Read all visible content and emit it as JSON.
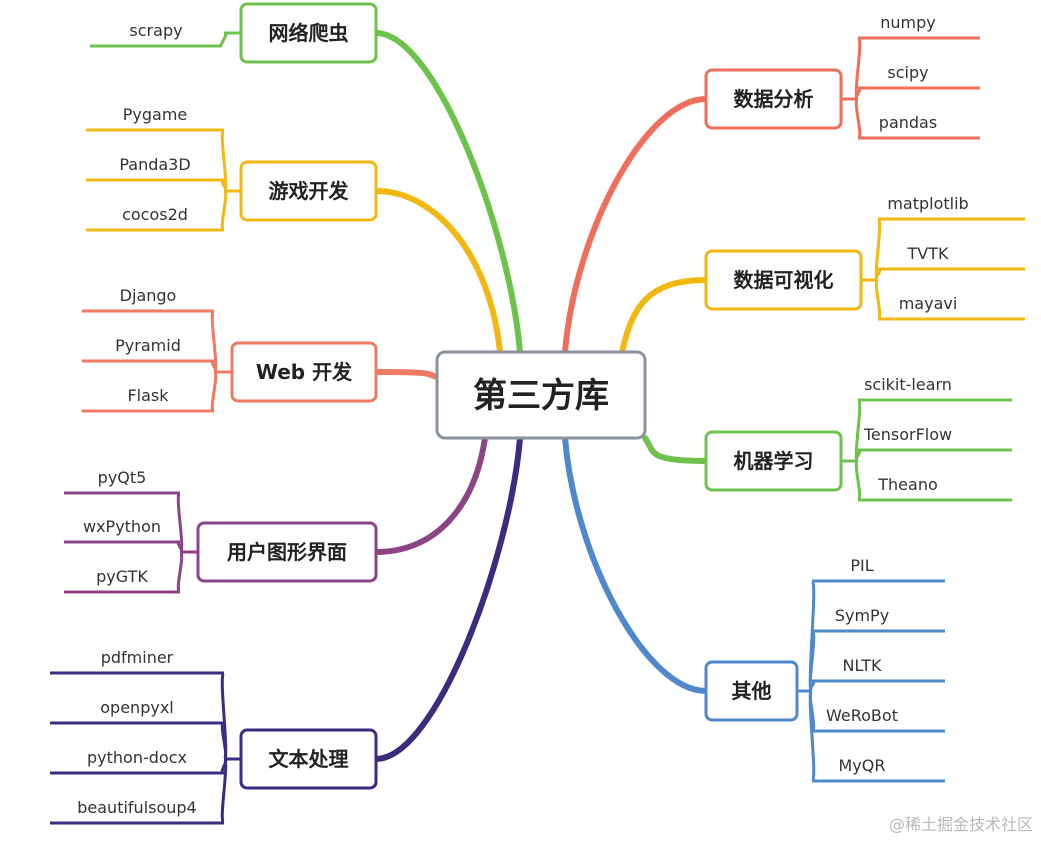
{
  "root": {
    "label": "第三方库",
    "color": "#8a929d"
  },
  "branches": [
    {
      "label": "网络爬虫",
      "color": "#6cc24a",
      "leaves": [
        "scrapy"
      ]
    },
    {
      "label": "游戏开发",
      "color": "#f2b80f",
      "leaves": [
        "Pygame",
        "Panda3D",
        "cocos2d"
      ]
    },
    {
      "label": "Web 开发",
      "color": "#ee7a63",
      "leaves": [
        "Django",
        "Pyramid",
        "Flask"
      ]
    },
    {
      "label": "用户图形界面",
      "color": "#8b4585",
      "leaves": [
        "pyQt5",
        "wxPython",
        "pyGTK"
      ]
    },
    {
      "label": "文本处理",
      "color": "#3a2d80",
      "leaves": [
        "pdfminer",
        "openpyxl",
        "python-docx",
        "beautifulsoup4"
      ]
    },
    {
      "label": "数据分析",
      "color": "#ef6f5c",
      "leaves": [
        "numpy",
        "scipy",
        "pandas"
      ]
    },
    {
      "label": "数据可视化",
      "color": "#f2b80f",
      "leaves": [
        "matplotlib",
        "TVTK",
        "mayavi"
      ]
    },
    {
      "label": "机器学习",
      "color": "#6cc24a",
      "leaves": [
        "scikit-learn",
        "TensorFlow",
        "Theano"
      ]
    },
    {
      "label": "其他",
      "color": "#4f88cc",
      "leaves": [
        "PIL",
        "SymPy",
        "NLTK",
        "WeRoBot",
        "MyQR"
      ]
    }
  ],
  "watermark": "@稀土掘金技术社区"
}
